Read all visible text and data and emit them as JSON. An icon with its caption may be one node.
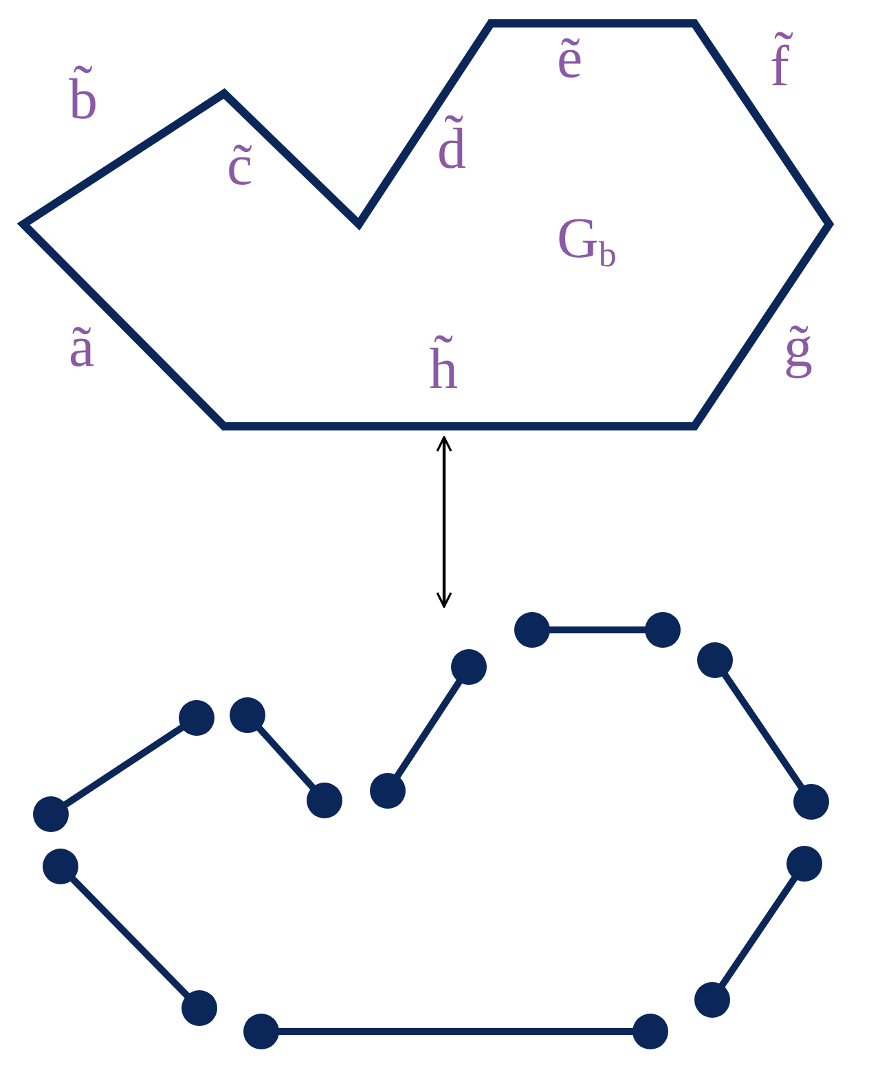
{
  "diagram": {
    "nodes": [
      {
        "text": [
          "G$_{b}$"
        ]
      },
      {
        "text": [],
        "shape": "graph"
      }
    ],
    "edges": [
      {
        "from": 0,
        "to": 1,
        "arrow": "both"
      }
    ],
    "labels": [
      "ẽ",
      "f̃",
      "b̃",
      "d̃",
      "c̃",
      "ã",
      "g̃",
      "h̃"
    ]
  }
}
